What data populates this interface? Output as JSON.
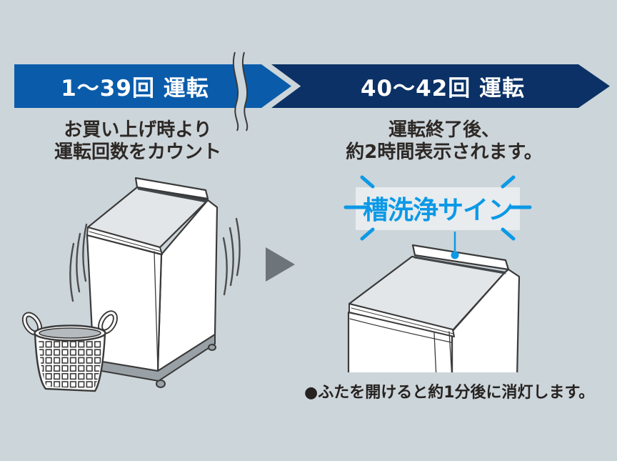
{
  "colors": {
    "background": "#ccd5da",
    "banner_blue": "#0a5cab",
    "banner_navy": "#0b3166",
    "sign_cyan": "#0c99e6",
    "text_dark": "#2d2825"
  },
  "timeline": {
    "stage1": {
      "banner_label": "1〜39回 運転",
      "caption_lines": [
        "お買い上げ時より",
        "運転回数をカウント"
      ]
    },
    "stage2": {
      "banner_label": "40〜42回 運転",
      "caption_lines": [
        "運転終了後、",
        "約2時間表示されます。"
      ]
    }
  },
  "sign": {
    "label": "槽洗浄サイン"
  },
  "note": {
    "text": "●ふたを開けると約1分後に消灯します。"
  },
  "icons": {
    "next_step_arrow": "right-pointing triangle",
    "timeline_break": "double wavy break lines",
    "vibration": "curved vibration strokes",
    "blinking_rays": "cyan dashes radiating from sign"
  }
}
